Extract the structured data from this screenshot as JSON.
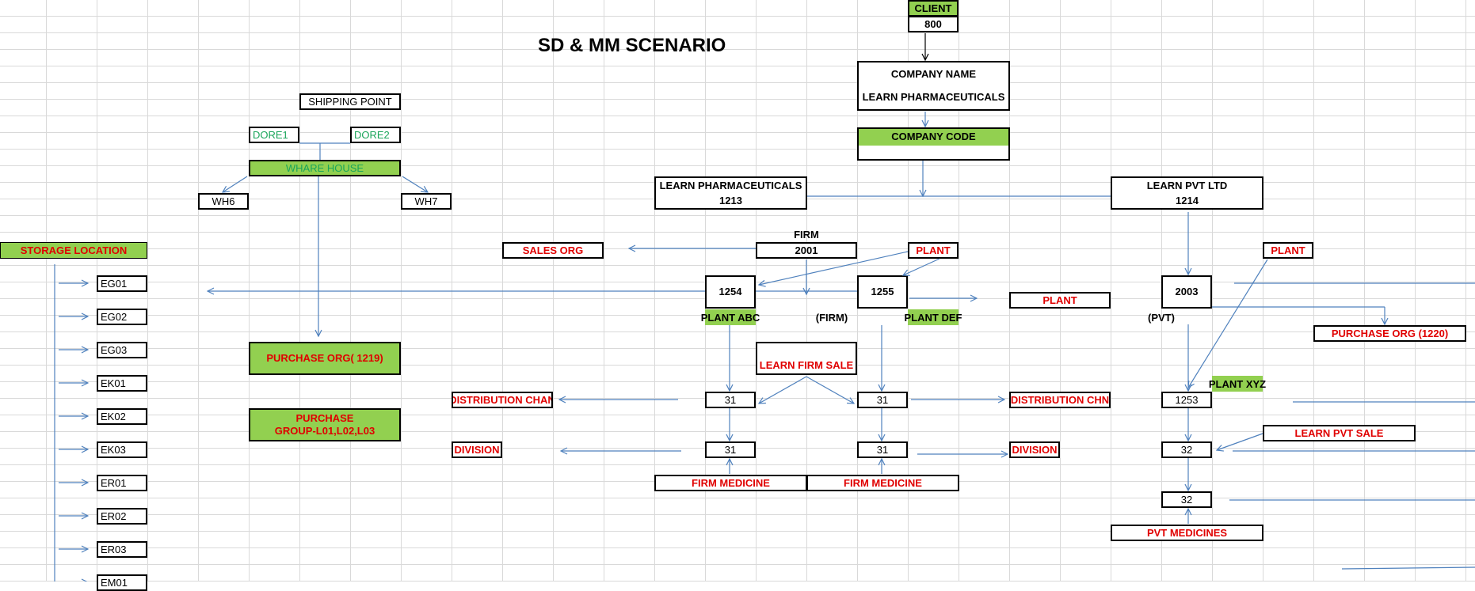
{
  "title": "SD & MM SCENARIO",
  "client": {
    "label": "CLIENT",
    "value": "800"
  },
  "company": {
    "name_label": "COMPANY NAME",
    "name_value": "LEARN PHARMACEUTICALS",
    "code_label": "COMPANY CODE"
  },
  "company_codes": [
    {
      "name": "LEARN PHARMACEUTICALS",
      "code": "1213"
    },
    {
      "name": "LEARN PVT LTD",
      "code": "1214"
    }
  ],
  "firm": {
    "label": "FIRM",
    "code": "2001",
    "firm_tag": "(FIRM)",
    "pvt_tag": "(PVT)",
    "pvt_code": "2003"
  },
  "plants": {
    "plant1": "1254",
    "plant2": "1255",
    "plant3": "1253",
    "plant_abc": "PLANT ABC",
    "plant_def": "PLANT DEF",
    "plant_xyz": "PLANT XYZ",
    "plant_label": "PLANT"
  },
  "sales": {
    "sales_org": "SALES ORG",
    "learn_firm_sale": "LEARN FIRM SALE",
    "learn_pvt_sale": "LEARN PVT SALE",
    "purchase_org_1220": "PURCHASE ORG (1220)"
  },
  "dist": {
    "chan_left": "DISTRIBUTION CHAN",
    "chn_right": "DISTRIBUTION  CHN",
    "division": "DIVISION"
  },
  "codes": {
    "c31": "31",
    "c32": "32"
  },
  "medicines": {
    "firm": "FIRM MEDICINE",
    "pvt": "PVT MEDICINES"
  },
  "shipping": {
    "label": "SHIPPING POINT",
    "dore1": "DORE1",
    "dore2": "DORE2",
    "warehouse": "WHARE HOUSE",
    "wh6": "WH6",
    "wh7": "WH7"
  },
  "purchase": {
    "org": "PURCHASE ORG( 1219)",
    "group": "PURCHASE GROUP-L01,L02,L03"
  },
  "storage": {
    "label": "STORAGE LOCATION",
    "items": [
      "EG01",
      "EG02",
      "EG03",
      "EK01",
      "EK02",
      "EK03",
      "ER01",
      "ER02",
      "ER03",
      "EM01"
    ]
  },
  "colors": {
    "green": "#92d050",
    "red": "#e00000",
    "arrow": "#4f81bd",
    "teal": "#1aa55a"
  }
}
